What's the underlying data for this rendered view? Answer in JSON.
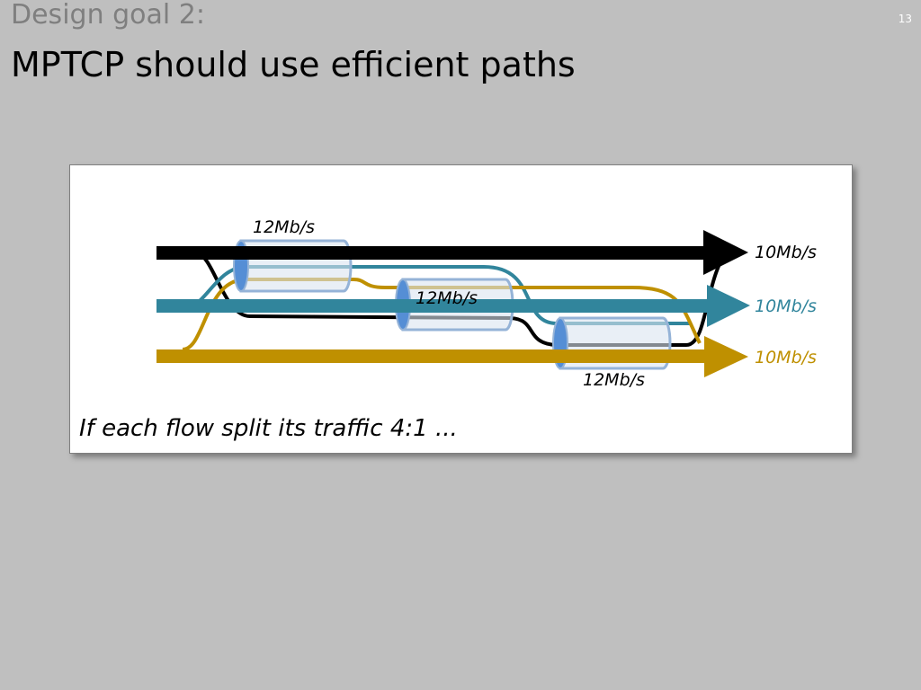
{
  "slide": {
    "number": "13",
    "supertitle": "Design goal 2:",
    "title": "MPTCP should use efficient paths"
  },
  "diagram": {
    "caption": "If each flow split its traffic 4:1 ...",
    "links": [
      {
        "name": "link-1",
        "capacity_label": "12Mb/s"
      },
      {
        "name": "link-2",
        "capacity_label": "12Mb/s"
      },
      {
        "name": "link-3",
        "capacity_label": "12Mb/s"
      }
    ],
    "flows": [
      {
        "name": "black-flow",
        "rate_label": "10Mb/s",
        "color": "#000000"
      },
      {
        "name": "teal-flow",
        "rate_label": "10Mb/s",
        "color": "#31859c"
      },
      {
        "name": "gold-flow",
        "rate_label": "10Mb/s",
        "color": "#bf9000"
      }
    ],
    "colors": {
      "pipe_fill": "#dbe4f0",
      "pipe_stroke": "#95b3d7",
      "pipe_cap": "#558ed5"
    }
  }
}
